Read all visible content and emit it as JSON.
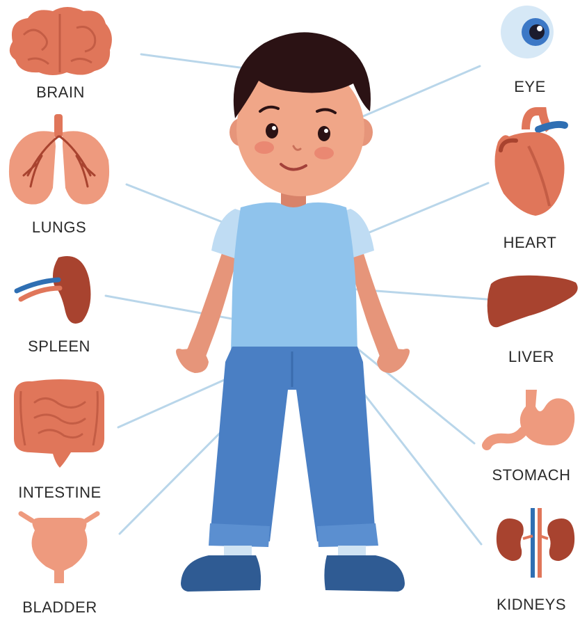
{
  "diagram": {
    "colors": {
      "organ": "#e0765a",
      "organ_dark": "#a8432f",
      "organ_light": "#ee9a7e",
      "leader_line": "#b9d6ea",
      "skin": "#e6957a",
      "hair": "#2b1214",
      "shirt": "#8fc3ec",
      "sleeve": "#bfdcf3",
      "jeans": "#4a7fc4",
      "shoe": "#2f5b93",
      "label": "#2a2a2a"
    },
    "organs": [
      {
        "id": "brain",
        "label": "BRAIN",
        "icon": "brain-icon"
      },
      {
        "id": "lungs",
        "label": "LUNGS",
        "icon": "lungs-icon"
      },
      {
        "id": "spleen",
        "label": "SPLEEN",
        "icon": "spleen-icon"
      },
      {
        "id": "intestine",
        "label": "INTESTINE",
        "icon": "intestine-icon"
      },
      {
        "id": "bladder",
        "label": "BLADDER",
        "icon": "bladder-icon"
      },
      {
        "id": "eye",
        "label": "EYE",
        "icon": "eye-icon"
      },
      {
        "id": "heart",
        "label": "HEART",
        "icon": "heart-icon"
      },
      {
        "id": "liver",
        "label": "LIVER",
        "icon": "liver-icon"
      },
      {
        "id": "stomach",
        "label": "STOMACH",
        "icon": "stomach-icon"
      },
      {
        "id": "kidneys",
        "label": "KIDNEYS",
        "icon": "kidneys-icon"
      }
    ]
  }
}
